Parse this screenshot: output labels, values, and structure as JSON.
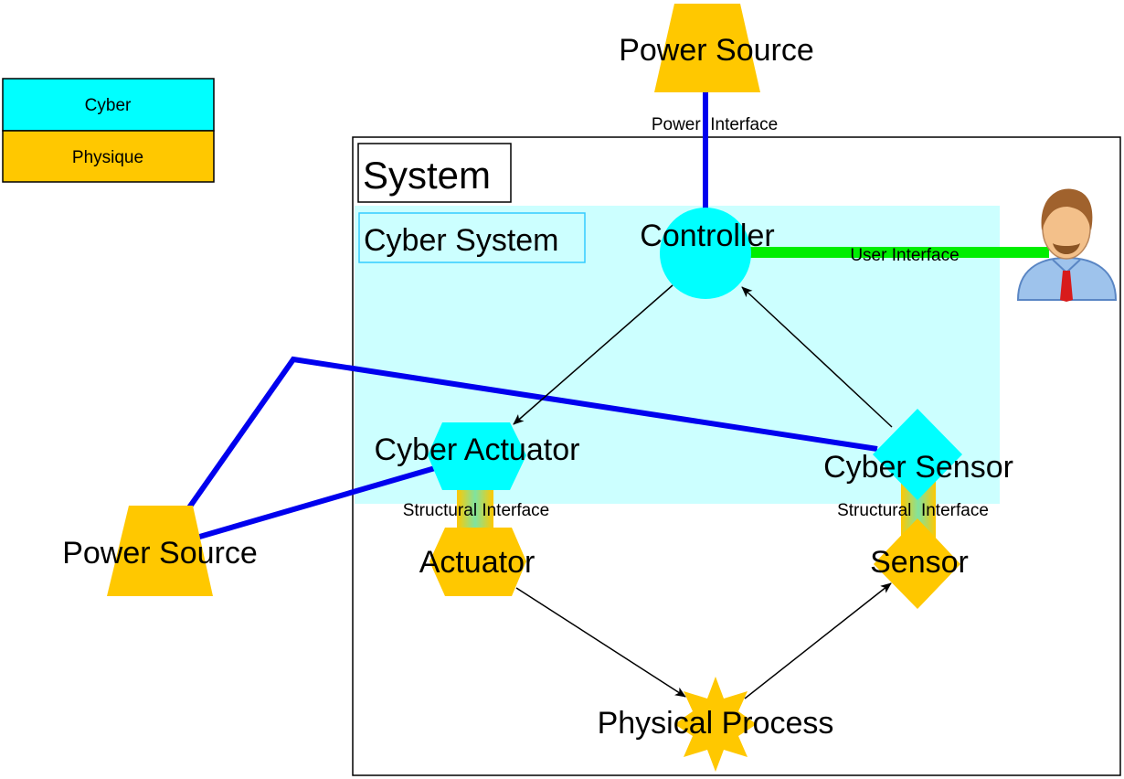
{
  "legend": {
    "cyber": {
      "label": "Cyber",
      "color": "#00FFFF"
    },
    "physique": {
      "label": "Physique",
      "color": "#FFC800"
    }
  },
  "system": {
    "title": "System",
    "cyber_system_title": "Cyber System",
    "cyber_region_color": "#CCFFFF"
  },
  "nodes": {
    "power_source_top": "Power Source",
    "power_source_left": "Power Source",
    "controller": "Controller",
    "cyber_actuator": "Cyber Actuator",
    "cyber_sensor": "Cyber Sensor",
    "actuator": "Actuator",
    "sensor": "Sensor",
    "physical_process": "Physical Process",
    "user_icon": "user-avatar-icon"
  },
  "interfaces": {
    "power": "Power  Interface",
    "user": "User Interface",
    "structural_actuator": "Structural Interface",
    "structural_sensor": "Structural  Interface"
  },
  "colors": {
    "power_line": "#0000EE",
    "user_line": "#00EE00",
    "cyber": "#00FFFF",
    "physical": "#FFC800"
  }
}
